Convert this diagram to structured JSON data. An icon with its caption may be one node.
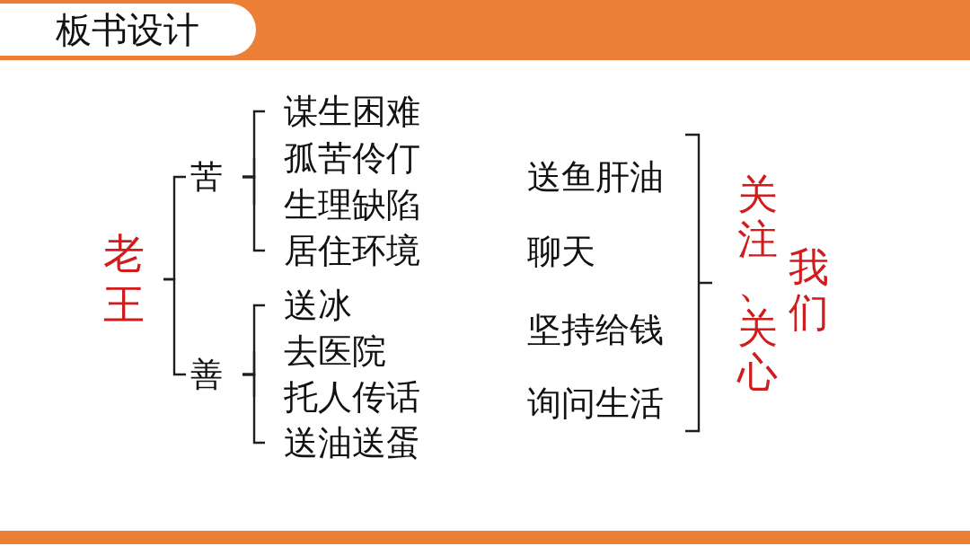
{
  "diagram": {
    "title": "板书设计",
    "nodes": [
      {
        "text": [
          "老王"
        ]
      },
      {
        "text": [
          "苦"
        ]
      },
      {
        "text": [
          "善"
        ]
      },
      {
        "text": [
          "谋生困难"
        ]
      },
      {
        "text": [
          "孤苦伶仃"
        ]
      },
      {
        "text": [
          "生理缺陷"
        ]
      },
      {
        "text": [
          "居住环境"
        ]
      },
      {
        "text": [
          "送冰"
        ]
      },
      {
        "text": [
          "去医院"
        ]
      },
      {
        "text": [
          "托人传话"
        ]
      },
      {
        "text": [
          "送油送蛋"
        ]
      },
      {
        "text": [
          "送鱼肝油",
          "聊天",
          "坚持给钱",
          "询问生活"
        ]
      },
      {
        "text": [
          "关注、关心"
        ]
      }
    ],
    "edges": [
      {
        "from": 0,
        "to": 1,
        "arrow": "none"
      },
      {
        "from": 0,
        "to": 2,
        "arrow": "none"
      },
      {
        "from": 1,
        "to": 3,
        "arrow": "none"
      },
      {
        "from": 1,
        "to": 4,
        "arrow": "none"
      },
      {
        "from": 1,
        "to": 5,
        "arrow": "none"
      },
      {
        "from": 1,
        "to": 6,
        "arrow": "none"
      },
      {
        "from": 2,
        "to": 7,
        "arrow": "none"
      },
      {
        "from": 2,
        "to": 8,
        "arrow": "none"
      },
      {
        "from": 2,
        "to": 9,
        "arrow": "none"
      },
      {
        "from": 2,
        "to": 10,
        "arrow": "none"
      },
      {
        "from": 11,
        "to": 12,
        "arrow": "none"
      }
    ],
    "labels": [
      "我们"
    ]
  }
}
